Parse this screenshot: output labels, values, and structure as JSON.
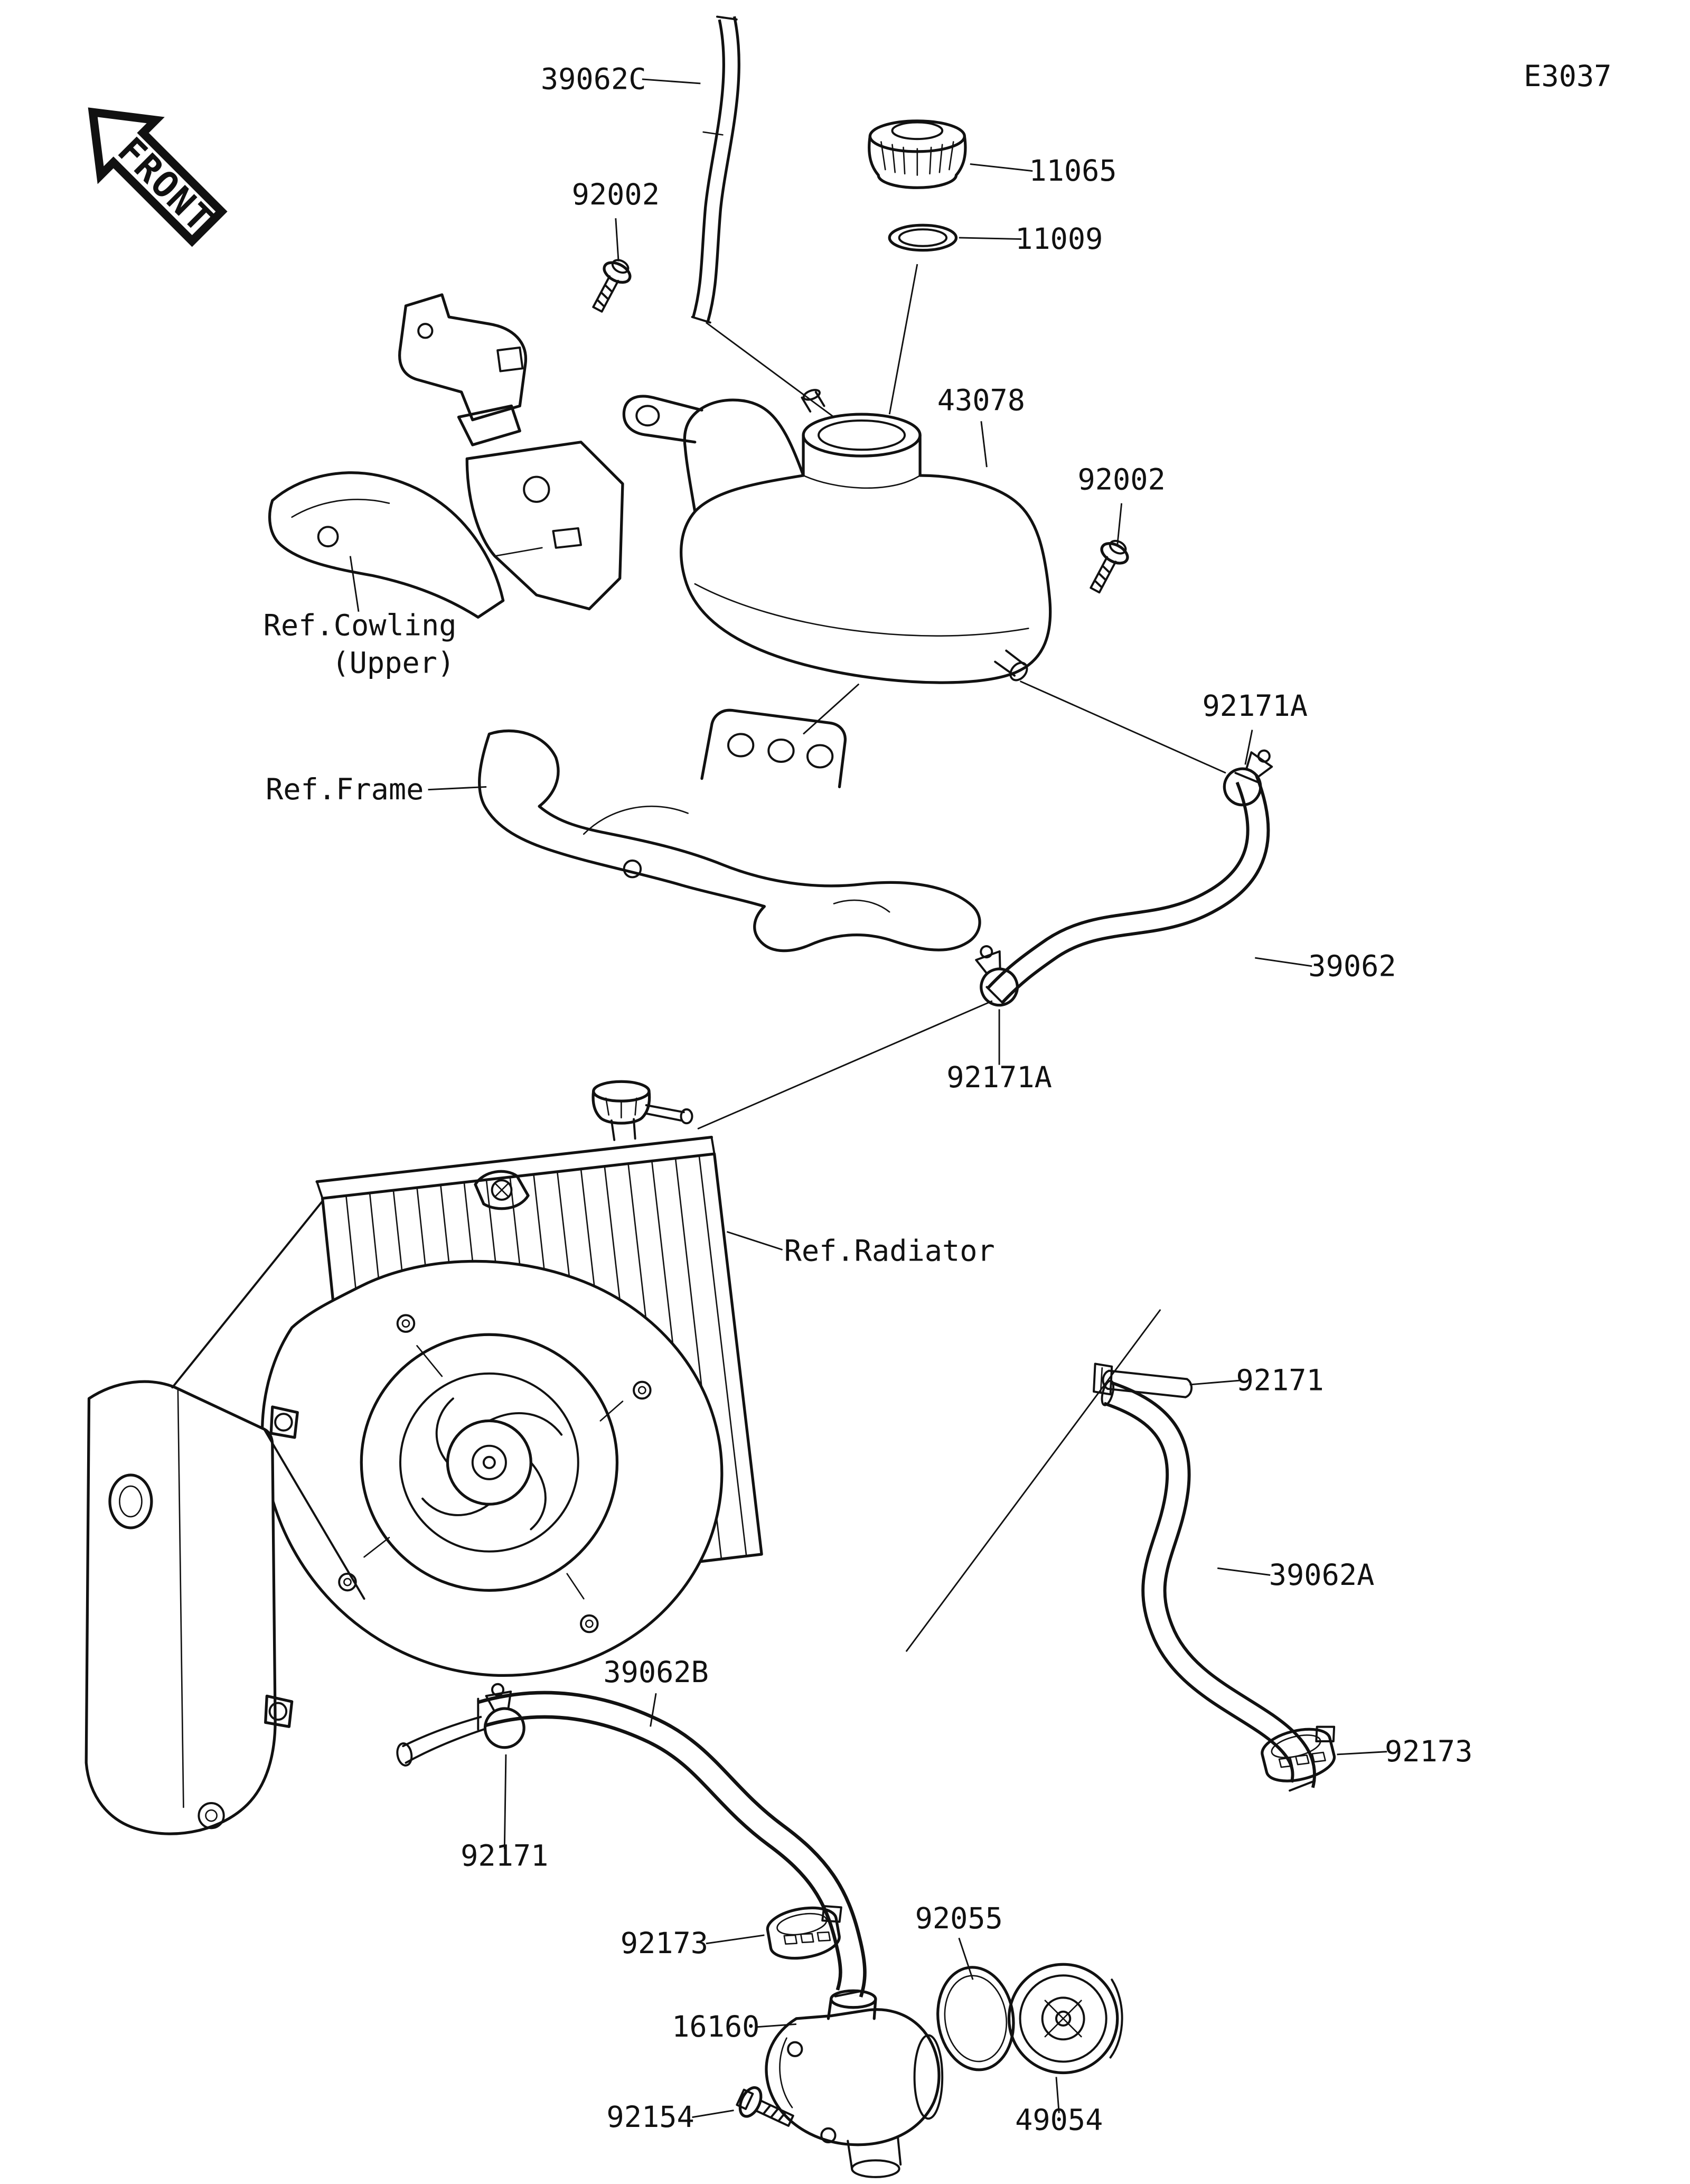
{
  "meta": {
    "code": "E3037",
    "front": "FRONT"
  },
  "parts": {
    "c39062C": "39062C",
    "c92002L": "92002",
    "c11065": "11065",
    "c11009": "11009",
    "c43078": "43078",
    "c92002R": "92002",
    "c92171A1": "92171A",
    "c39062": "39062",
    "c92171A2": "92171A",
    "c92171R": "92171",
    "c39062A": "39062A",
    "c39062B": "39062B",
    "c92173R": "92173",
    "c92171L": "92171",
    "c92173L": "92173",
    "c92055": "92055",
    "c16160": "16160",
    "c92154": "92154",
    "c49054": "49054"
  },
  "refs": {
    "cowling1": "Ref.Cowling",
    "cowling2": "(Upper)",
    "frame": "Ref.Frame",
    "radiator": "Ref.Radiator"
  }
}
